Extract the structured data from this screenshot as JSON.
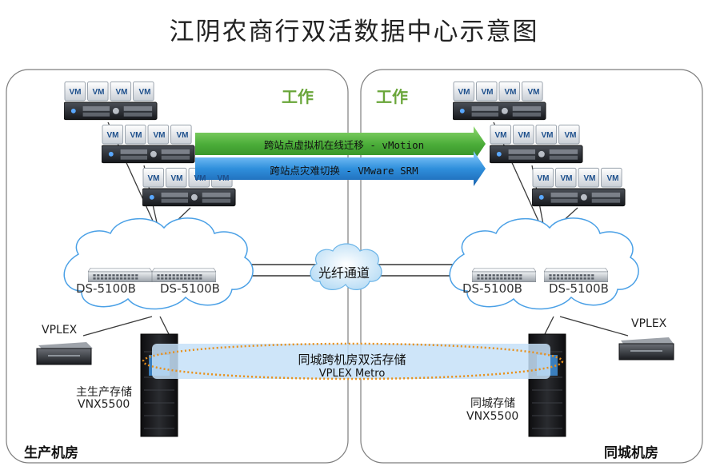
{
  "title": "江阴农商行双活数据中心示意图",
  "left_site": {
    "label": "生产机房",
    "status": "工作",
    "switch_1": "DS-5100B",
    "switch_2": "DS-5100B",
    "vplex_label": "VPLEX",
    "storage_label_1": "主生产存储",
    "storage_label_2": "VNX5500"
  },
  "right_site": {
    "label": "同城机房",
    "status": "工作",
    "switch_1": "DS-5100B",
    "switch_2": "DS-5100B",
    "vplex_label": "VPLEX",
    "storage_label_1": "同城存储",
    "storage_label_2": "VNX5500"
  },
  "vm_label": "VM",
  "links": {
    "vmotion": "跨站点虚拟机在线迁移 - vMotion",
    "srm": "跨站点灾难切换 - VMware SRM",
    "fiber": "光纤通道"
  },
  "active_storage": {
    "line1": "同城跨机房双活存储",
    "line2": "VPLEX Metro"
  },
  "colors": {
    "green_arrow": "#4cae3a",
    "blue_arrow": "#2f8fdc",
    "work_text": "#6aa63a",
    "metro_ellipse": "#e8901c",
    "metro_fill": "#c6e1f8"
  }
}
